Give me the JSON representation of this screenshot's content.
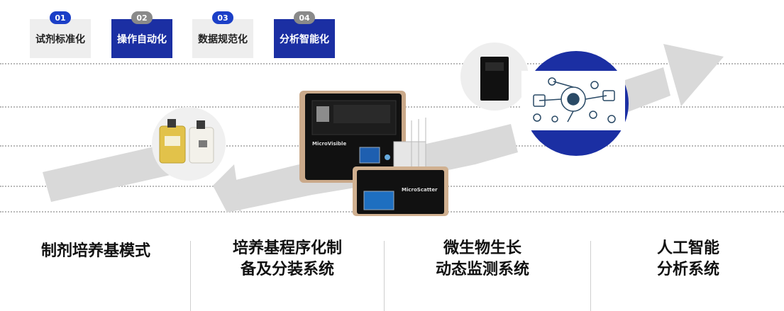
{
  "steps": [
    {
      "num": "01",
      "label": "试剂标准化",
      "active": false
    },
    {
      "num": "02",
      "label": "操作自动化",
      "active": true
    },
    {
      "num": "03",
      "label": "数据规范化",
      "active": false
    },
    {
      "num": "04",
      "label": "分析智能化",
      "active": true
    }
  ],
  "captions": [
    {
      "line1": "制剂培养基模式",
      "line2": ""
    },
    {
      "line1": "培养基程序化制",
      "line2": "备及分装系统"
    },
    {
      "line1": "微生物生长",
      "line2": "动态监测系统"
    },
    {
      "line1": "人工智能",
      "line2": "分析系统"
    }
  ],
  "devices": {
    "visible_label": "MicroVisible",
    "scatter_label": "MicroScatter"
  },
  "colors": {
    "accent": "#1b2fa3",
    "badge": "#1b3fc7",
    "arrow": "#d9d9d9"
  }
}
